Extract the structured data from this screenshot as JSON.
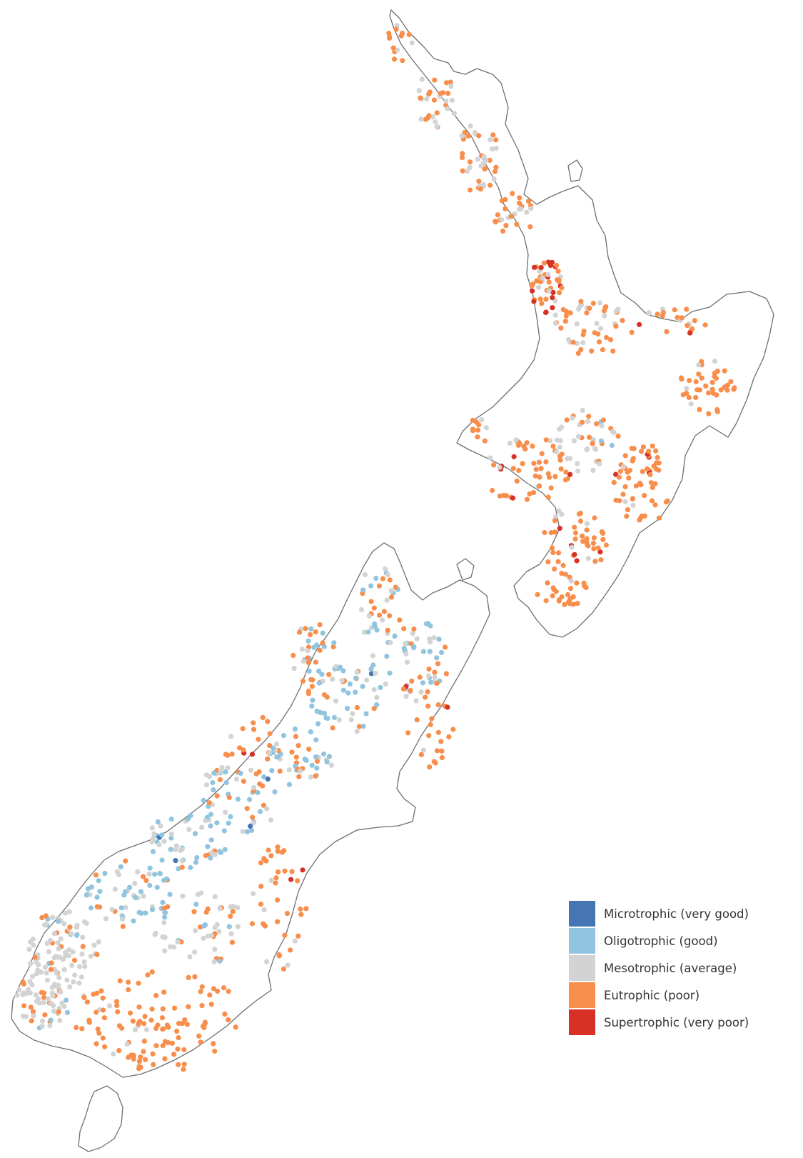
{
  "map": {
    "background": "#ffffff",
    "coastline_color": "#6e6e6e",
    "land_color": "#ffffff"
  },
  "legend": {
    "items": [
      {
        "label": "Microtrophic (very good)",
        "color": "#4575b4"
      },
      {
        "label": "Oligotrophic (good)",
        "color": "#91c4de"
      },
      {
        "label": "Mesotrophic (average)",
        "color": "#d3d3d3"
      },
      {
        "label": "Eutrophic (poor)",
        "color": "#f88e4c"
      },
      {
        "label": "Supertrophic (very poor)",
        "color": "#d73027"
      }
    ]
  }
}
